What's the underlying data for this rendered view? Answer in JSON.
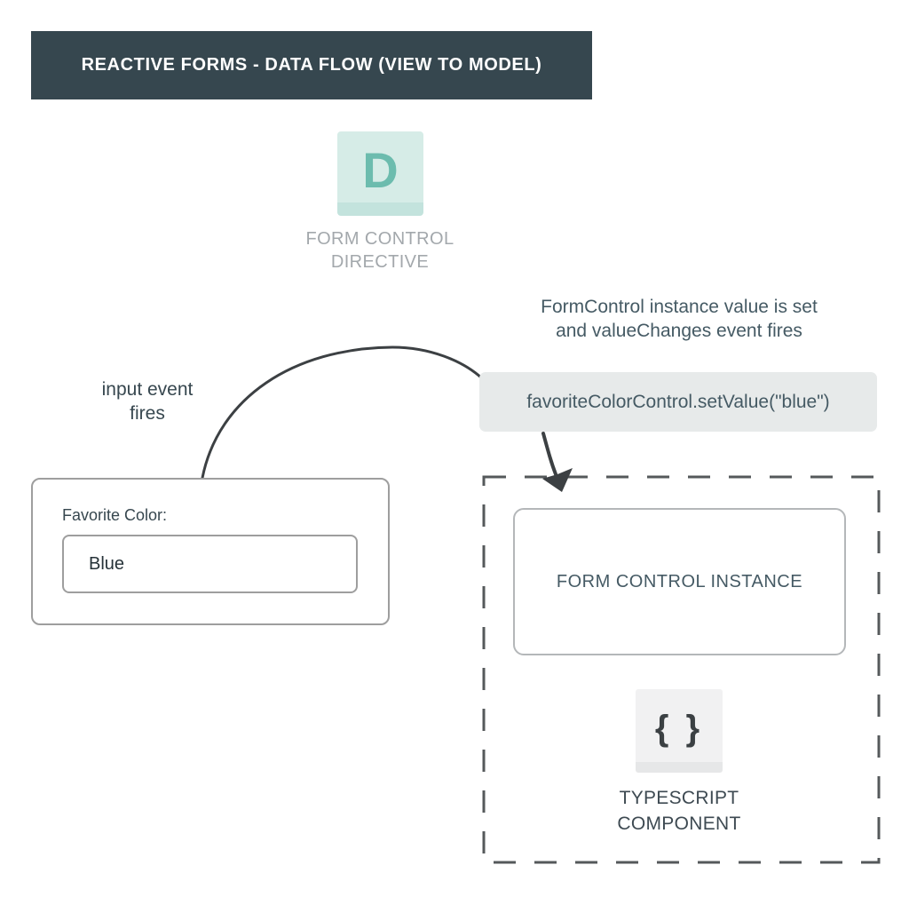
{
  "header": {
    "title": "REACTIVE FORMS - DATA FLOW (VIEW TO MODEL)"
  },
  "directive": {
    "icon_letter": "D",
    "label_line1": "FORM CONTROL",
    "label_line2": "DIRECTIVE"
  },
  "annotations": {
    "value_set_line1": "FormControl instance value is set",
    "value_set_line2": "and valueChanges event fires",
    "input_event_line1": "input event",
    "input_event_line2": "fires"
  },
  "code_box": {
    "code": "favoriteColorControl.setValue(\"blue\")"
  },
  "form_view": {
    "label": "Favorite Color:",
    "input_value": "Blue"
  },
  "model": {
    "instance_label": "FORM CONTROL INSTANCE",
    "component_icon": "{ }",
    "component_line1": "TYPESCRIPT",
    "component_line2": "COMPONENT"
  },
  "colors": {
    "header_bg": "#36474F",
    "header_text": "#FFFFFF",
    "text_dark": "#455A64",
    "text_slate": "#37474F",
    "directive_icon_bg": "#D6ECE7",
    "directive_icon_band": "#C3E3DD",
    "directive_letter": "#6CBCAE",
    "directive_label": "#A3A8AC",
    "code_box_bg": "#E7EAEA",
    "box_border": "#9E9E9E",
    "instance_box_border": "#B4B7B9",
    "ts_icon_bg": "#F1F1F2",
    "arrow": "#3C4043",
    "dashed_border": "#55595B"
  }
}
